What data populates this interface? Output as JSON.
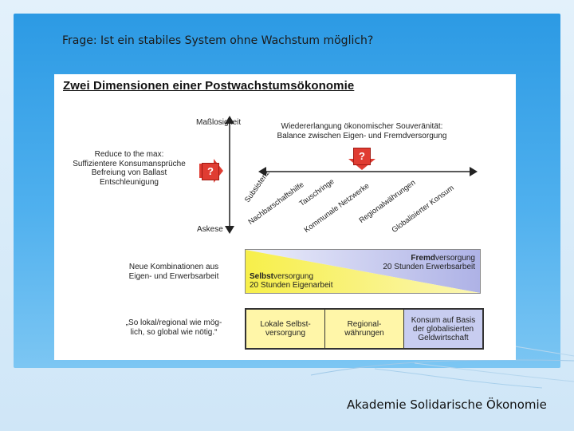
{
  "page": {
    "title": "Frage: Ist ein stabiles System ohne Wachstum möglich?",
    "footer": "Akademie Solidarische Ökonomie"
  },
  "slide": {
    "title": "Zwei Dimensionen einer Postwachstumsökonomie",
    "axis_top": "Maßlosigkeit",
    "axis_bottom": "Askese",
    "left_text": [
      "Reduce to the max:",
      "Suffizientere Konsumansprüche",
      "Befreiung von Ballast",
      "Entschleunigung"
    ],
    "right_heading": [
      "Wiedererlangung ökonomischer Souveränität:",
      "Balance zwischen Eigen- und Fremdversorgung"
    ],
    "question_mark": "?",
    "spectrum": [
      "Subsistenz",
      "Nachbarschaftshilfe",
      "Tauschringe",
      "Kommunale Netzwerke",
      "Regionalwährungen",
      "Globalisierter Konsum"
    ],
    "combo_label": [
      "Neue Kombinationen aus",
      "Eigen- und Erwerbsarbeit"
    ],
    "fremd": {
      "bold": "Fremd",
      "rest": "versorgung",
      "hours": "20 Stunden Erwerbsarbeit"
    },
    "selbst": {
      "bold": "Selbst",
      "rest": "versorgung",
      "hours": "20 Stunden Eigenarbeit"
    },
    "quote": [
      "„So lokal/regional wie mög-",
      "lich, so global wie nötig.“"
    ],
    "cells": [
      [
        "Lokale Selbst-",
        "versorgung"
      ],
      [
        "Regional-",
        "währungen"
      ],
      [
        "Konsum auf Basis",
        "der globalisierten",
        "Geldwirtschaft"
      ]
    ]
  },
  "colors": {
    "background_blue": "#3aa3e8",
    "question_red": "#e03c32",
    "selbst_yellow": "#f5ec5a",
    "fremd_lavender": "#b4b8e8"
  }
}
